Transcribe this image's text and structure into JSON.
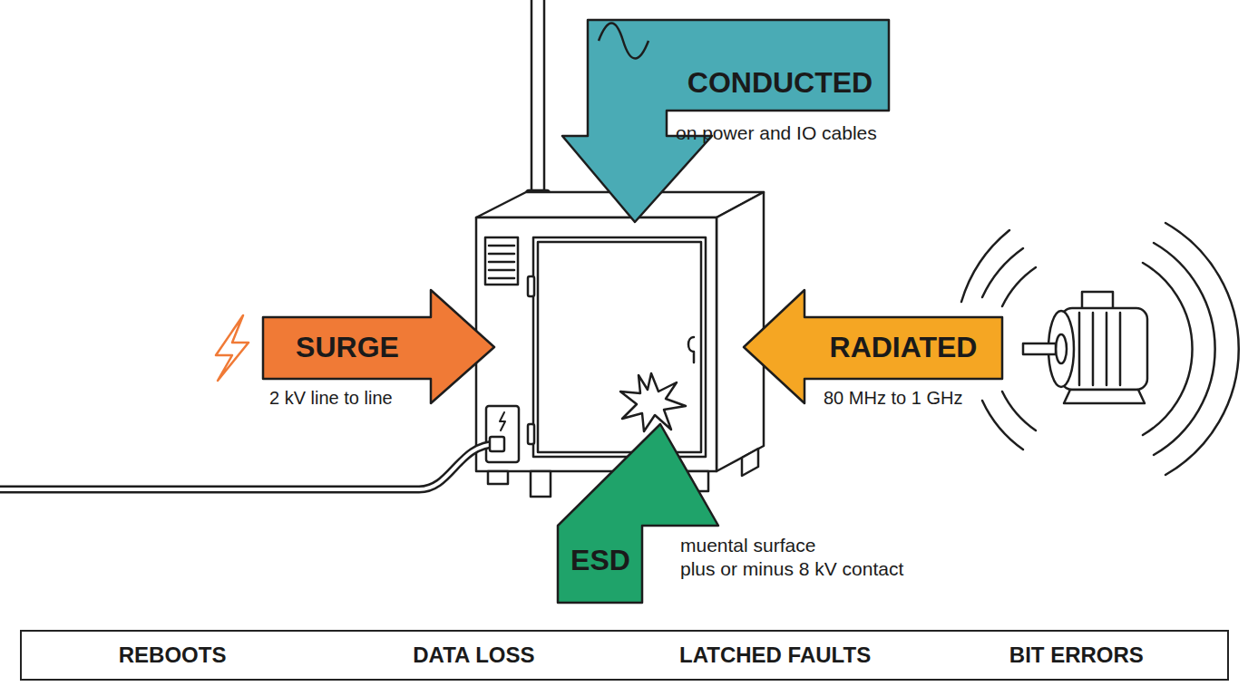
{
  "diagram": {
    "nodes": [
      {
        "text": [
          "CONDUCTED",
          "on power and IO cables"
        ]
      },
      {
        "text": [
          "SURGE",
          "2 kV line to line"
        ]
      },
      {
        "text": [
          "RADIATED",
          "80 MHz to 1 GHz"
        ]
      },
      {
        "text": [
          "ESD",
          "muental surface",
          "plus or minus 8 kV contact"
        ]
      },
      {
        "text": [
          "REBOOTS",
          "DATA LOSS",
          "LATCHED FAULTS",
          "BIT ERRORS"
        ]
      }
    ]
  }
}
